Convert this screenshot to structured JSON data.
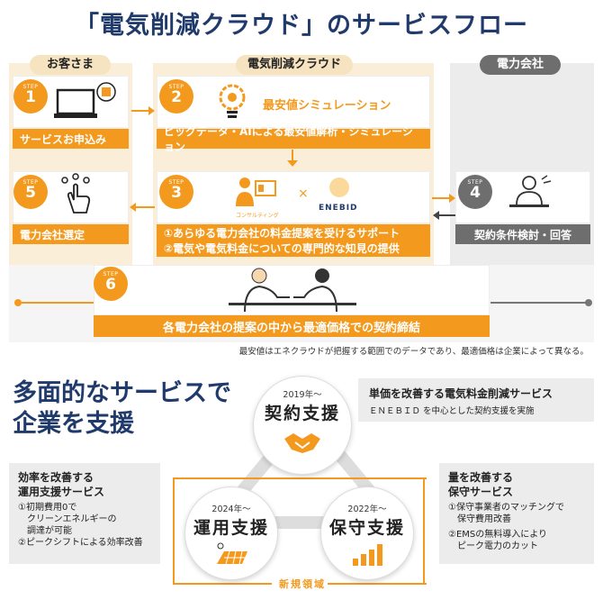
{
  "title": "「電気削減クラウド」のサービスフロー",
  "columns": {
    "customer": "お客さま",
    "cloud": "電気削減クラウド",
    "power": "電力会社"
  },
  "step_label": "STEP",
  "steps": [
    {
      "num": "1",
      "text": "サービスお申込み"
    },
    {
      "num": "2",
      "title": "最安値シミュレーション",
      "text": "ビッグデータ・AIによる最安値解析・シミュレーション"
    },
    {
      "num": "3",
      "consult": "コンサルティング",
      "times": "×",
      "brand": "ENEBID",
      "lines": [
        "①あらゆる電力会社の料金提案を受けるサポート",
        "②電気や電気料金についての専門的な知見の提供"
      ]
    },
    {
      "num": "4",
      "text": "契約条件検討・回答"
    },
    {
      "num": "5",
      "text": "電力会社選定"
    },
    {
      "num": "6",
      "text": "各電力会社の提案の中から最適価格での契約締結"
    }
  ],
  "note": "最安値はエネクラウドが把握する範囲でのデータであり、最適価格は企業によって異なる。",
  "headline": [
    "多面的なサービスで",
    "企業を支援"
  ],
  "services": {
    "contract": {
      "year": "2019年～",
      "name": "契約支援"
    },
    "operation": {
      "year": "2024年～",
      "name": "運用支援"
    },
    "maintenance": {
      "year": "2022年～",
      "name": "保守支援"
    }
  },
  "right_top": {
    "title": "単価を改善する電気料金削減サービス",
    "text": "ＥＮＥＢＩＤ を中心とした契約支援を実施"
  },
  "left_box": {
    "title": [
      "効率を改善する",
      "運用支援サービス"
    ],
    "items": [
      "①初期費用0で",
      "クリーンエネルギーの",
      "調達が可能",
      "②ピークシフトによる効率改善"
    ]
  },
  "right_box": {
    "title": [
      "量を改善する",
      "保守サービス"
    ],
    "items": [
      "①保守事業者のマッチングで",
      "保守費用改善",
      "②EMSの無料導入により",
      "ピーク電力のカット"
    ]
  },
  "new_area": "新規領域",
  "colors": {
    "orange": "#f39a1e",
    "navy": "#1f3a6b",
    "gray": "#6e6e6e",
    "cream": "#fbeed8"
  }
}
